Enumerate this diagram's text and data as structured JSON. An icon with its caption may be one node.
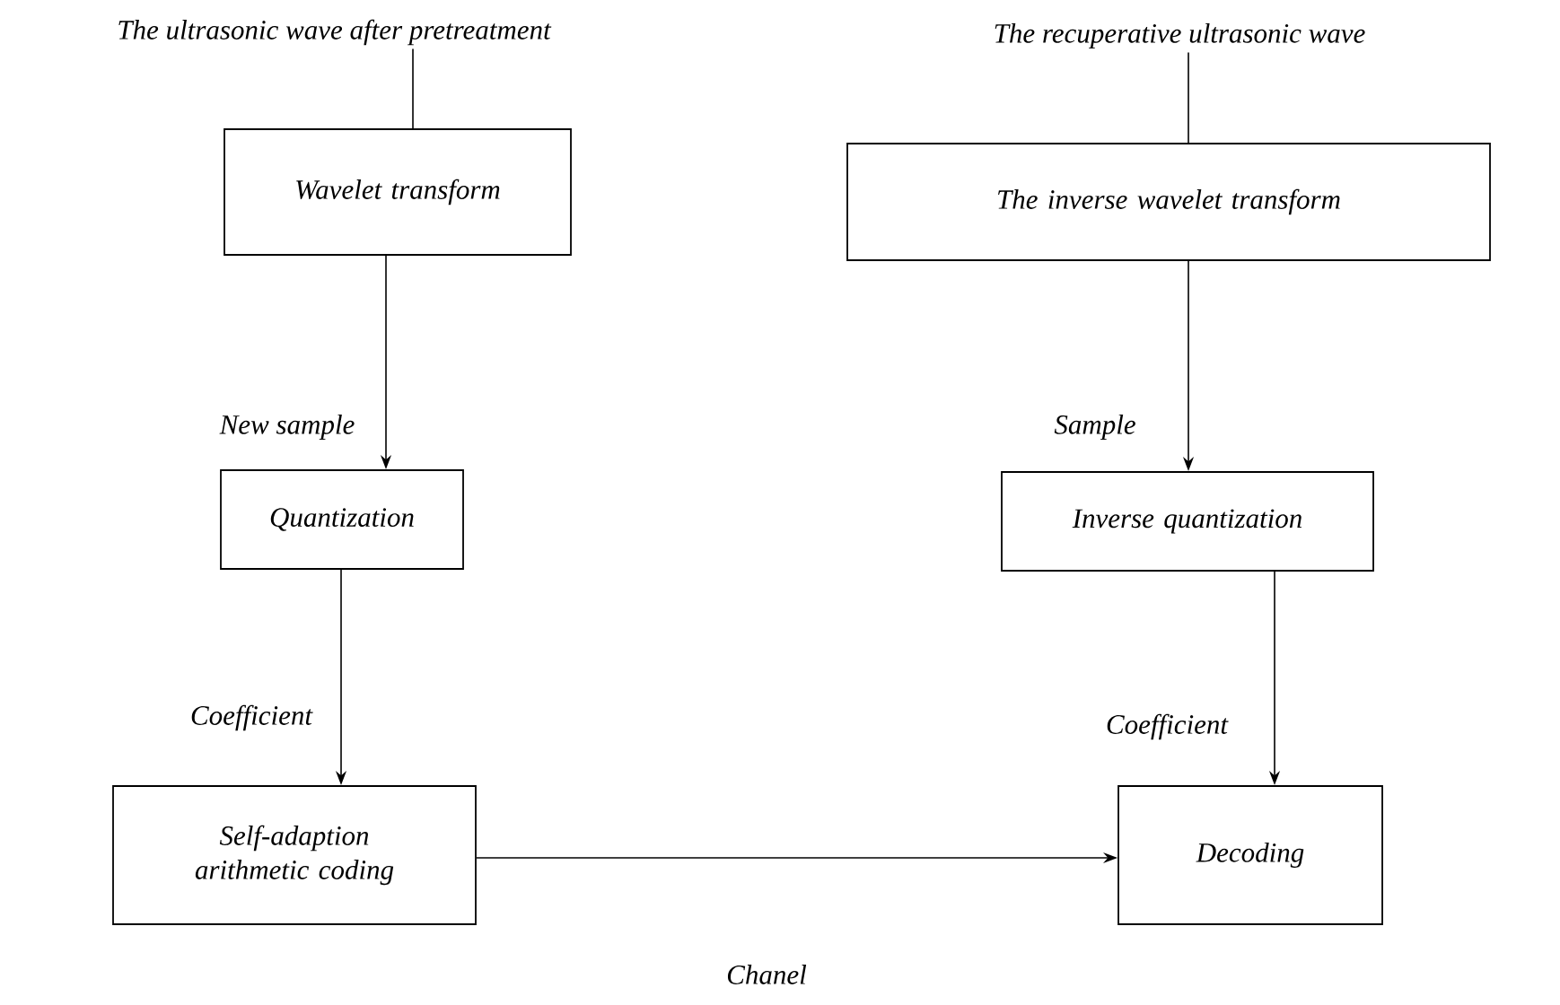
{
  "diagram": {
    "nodes": [
      {
        "text": [
          "The ultrasonic wave after pretreatment"
        ]
      },
      {
        "text": [
          "Wavelet transform"
        ]
      },
      {
        "text": [
          "Quantization"
        ]
      },
      {
        "text": [
          "Self-adaption arithmetic coding"
        ]
      },
      {
        "text": [
          "The recuperative ultrasonic wave"
        ]
      },
      {
        "text": [
          "The inverse wavelet transform"
        ]
      },
      {
        "text": [
          "Inverse quantization"
        ]
      },
      {
        "text": [
          "Decoding"
        ]
      }
    ],
    "edges": [
      {
        "from": 0,
        "to": 1,
        "arrow": "none"
      },
      {
        "from": 1,
        "to": 2,
        "arrow": "to",
        "label": "New sample"
      },
      {
        "from": 2,
        "to": 3,
        "arrow": "to",
        "label": "Coefficient"
      },
      {
        "from": 3,
        "to": 7,
        "arrow": "to",
        "label": "Chanel"
      },
      {
        "from": 4,
        "to": 5,
        "arrow": "none"
      },
      {
        "from": 5,
        "to": 6,
        "arrow": "to",
        "label": "Sample"
      },
      {
        "from": 6,
        "to": 7,
        "arrow": "to",
        "label": "Coefficient"
      }
    ]
  }
}
